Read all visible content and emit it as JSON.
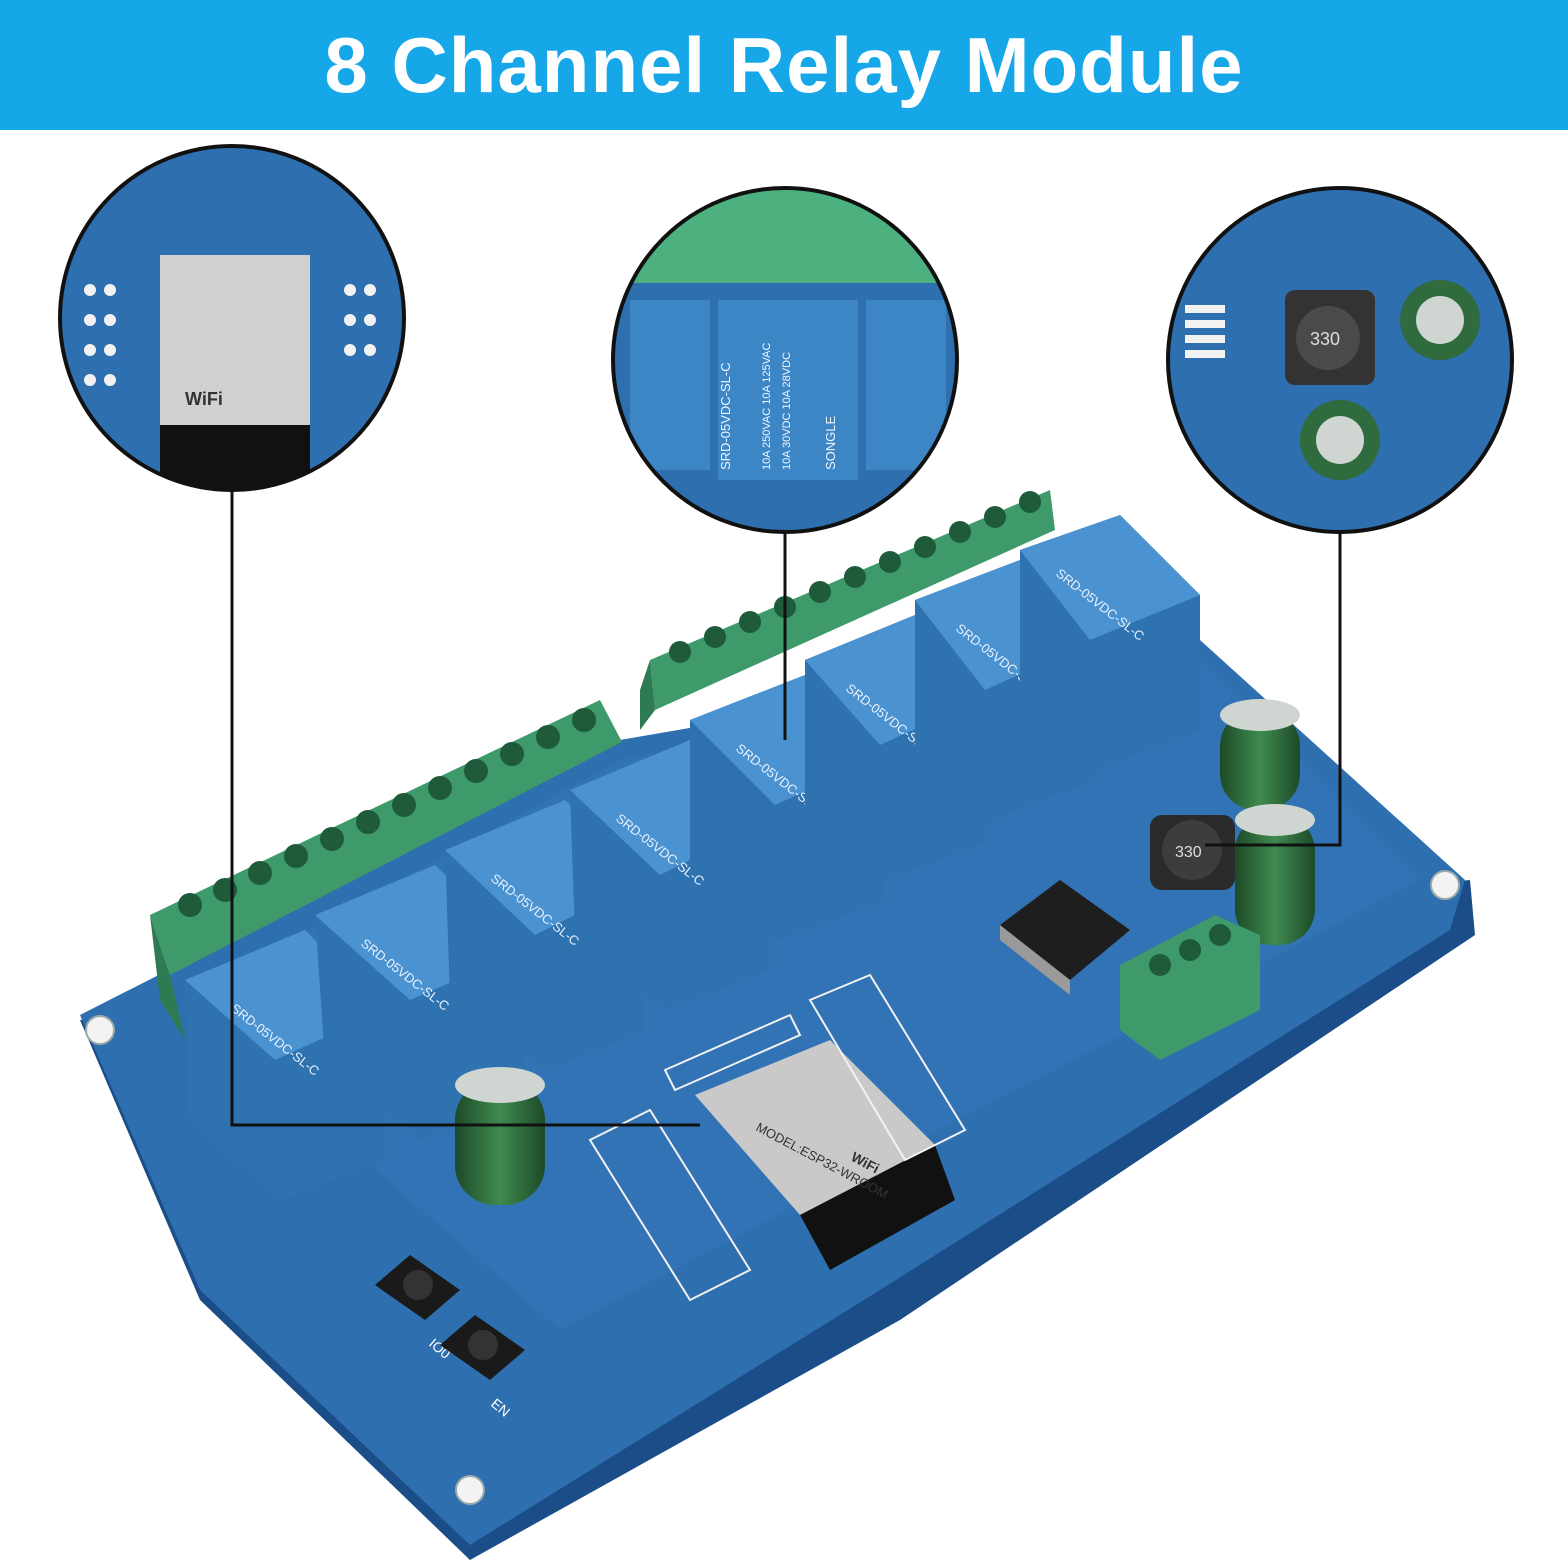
{
  "title": "8 Channel Relay Module",
  "colors": {
    "banner": "#16a7e8",
    "pcb": "#2e6fb0",
    "pcb_dark": "#1f5596",
    "relay": "#3d86c6",
    "terminal": "#4db07f",
    "capacitor": "#2f6b3c",
    "module_shield": "#c9c9c9"
  },
  "relay_labels": {
    "brand": "SONGLE",
    "model": "SRD-05VDC-SL-C",
    "rating_1": "10A 250VAC 10A 125VAC",
    "rating_2": "10A 30VDC 10A 28VDC"
  },
  "wifi_module": {
    "brand_mark": "WiFi",
    "model": "MODEL:ESP32-WROOM"
  },
  "inductor_marking": "330",
  "buttons": {
    "left_label": "IO0",
    "right_label": "EN"
  }
}
